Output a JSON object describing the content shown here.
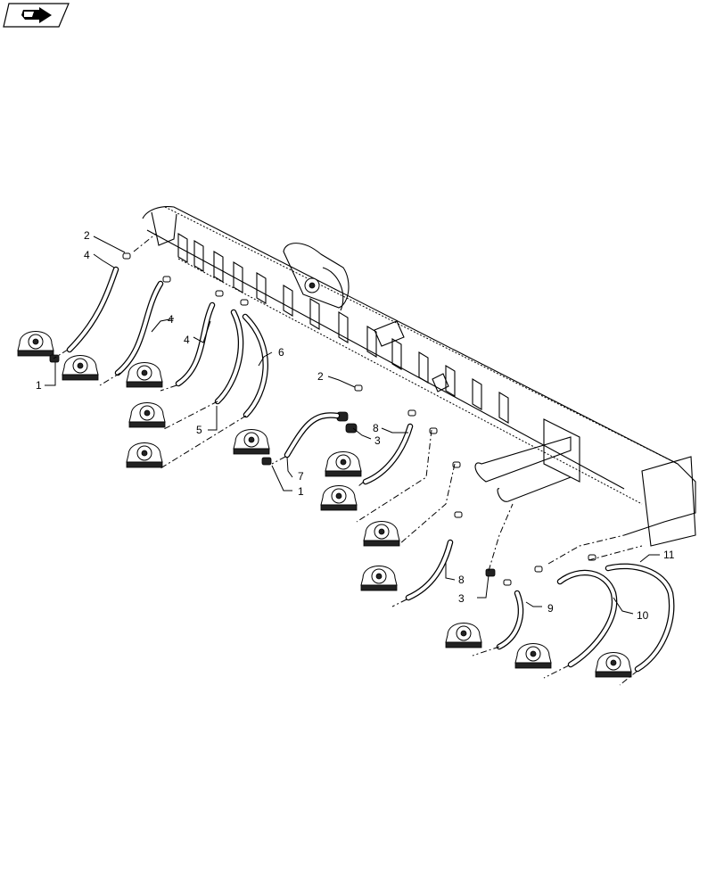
{
  "nav_icon": {
    "name": "page-navigation-arrow-icon"
  },
  "callouts": [
    {
      "id": "c1a",
      "text": "1"
    },
    {
      "id": "c1b",
      "text": "1"
    },
    {
      "id": "c2a",
      "text": "2"
    },
    {
      "id": "c2b",
      "text": "2"
    },
    {
      "id": "c3a",
      "text": "3"
    },
    {
      "id": "c3b",
      "text": "3"
    },
    {
      "id": "c4a",
      "text": "4"
    },
    {
      "id": "c4b",
      "text": "4"
    },
    {
      "id": "c4c",
      "text": "4"
    },
    {
      "id": "c5",
      "text": "5"
    },
    {
      "id": "c6",
      "text": "6"
    },
    {
      "id": "c7",
      "text": "7"
    },
    {
      "id": "c8a",
      "text": "8"
    },
    {
      "id": "c8b",
      "text": "8"
    },
    {
      "id": "c9",
      "text": "9"
    },
    {
      "id": "c10",
      "text": "10"
    },
    {
      "id": "c11",
      "text": "11"
    }
  ]
}
